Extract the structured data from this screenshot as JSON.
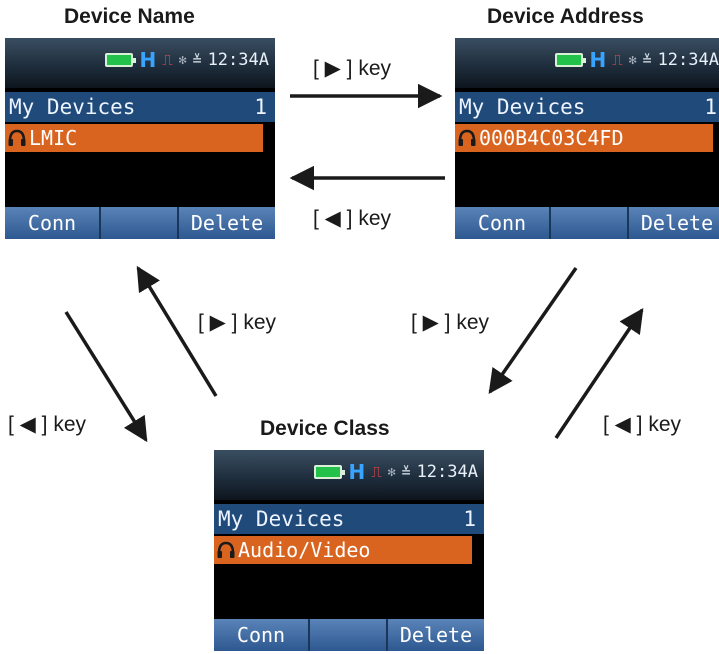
{
  "titles": {
    "device_name": "Device Name",
    "device_address": "Device Address",
    "device_class": "Device Class"
  },
  "keys": {
    "right": "[ ▶ ] key",
    "left": "[ ◀ ] key"
  },
  "status": {
    "h_label": "H",
    "pulse_symbol": "⎍",
    "bt_symbol": "✻",
    "signal_symbol": "≚",
    "time": "12:34",
    "time_suffix": "A"
  },
  "screens": {
    "name": {
      "header_label": "My Devices",
      "count": "1",
      "item": "LMIC",
      "soft_left": "Conn",
      "soft_right": "Delete"
    },
    "address": {
      "header_label": "My Devices",
      "count": "1",
      "item": "000B4C03C4FD",
      "soft_left": "Conn",
      "soft_right": "Delete"
    },
    "class": {
      "header_label": "My Devices",
      "count": "1",
      "item": "Audio/Video",
      "soft_left": "Conn",
      "soft_right": "Delete"
    }
  },
  "colors": {
    "header_bar": "#1f4a7a",
    "item_highlight": "#d9641f",
    "softkey_bar": "#3f6ca4",
    "battery": "#22c24a"
  }
}
